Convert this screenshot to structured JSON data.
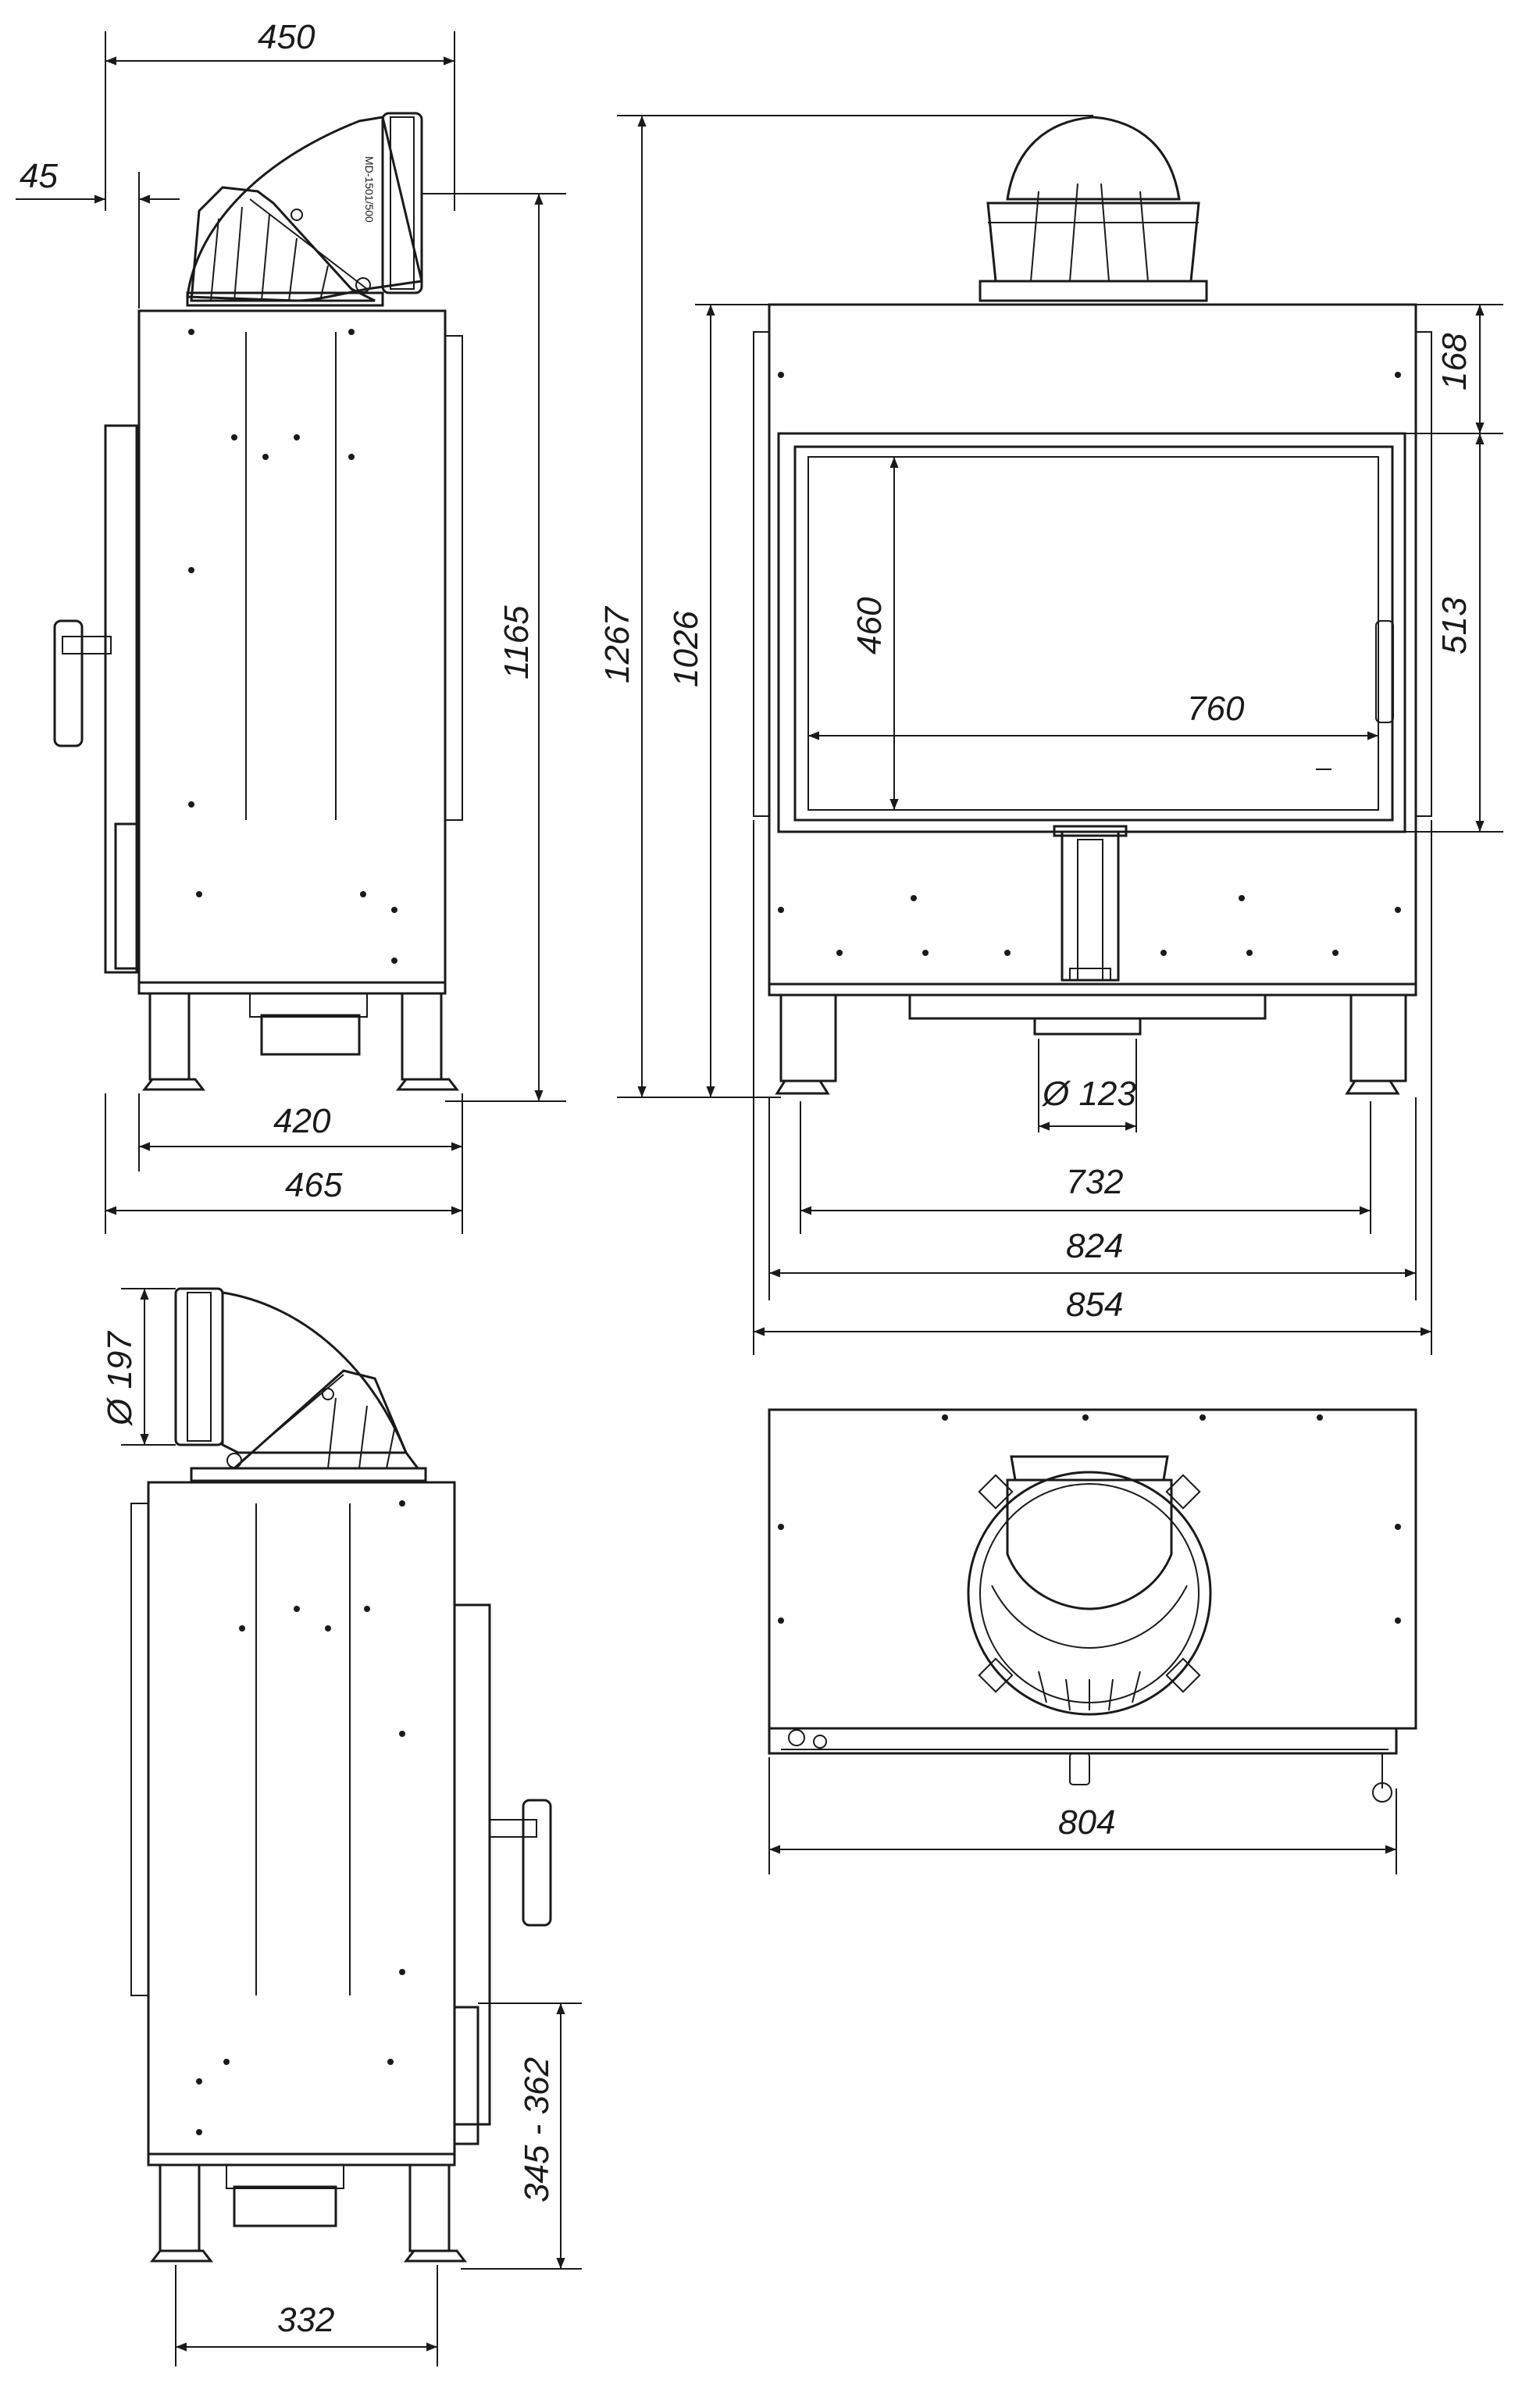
{
  "dimensions": {
    "side_top_width": "450",
    "side_offset": "45",
    "side_height": "1165",
    "side_base_inner": "420",
    "side_base_outer": "465",
    "front_total_height": "1267",
    "front_body_height": "1026",
    "front_top_band": "168",
    "front_window_height_outer": "513",
    "front_window_height": "460",
    "front_window_width": "760",
    "flue_diameter": "Ø 123",
    "front_width_732": "732",
    "front_width_824": "824",
    "front_width_854": "854",
    "outlet_diameter": "Ø 197",
    "side2_door_height": "345 - 362",
    "side2_base_width": "332",
    "top_width": "804"
  },
  "labels": {
    "outlet_mark": "MD-1501/500"
  }
}
